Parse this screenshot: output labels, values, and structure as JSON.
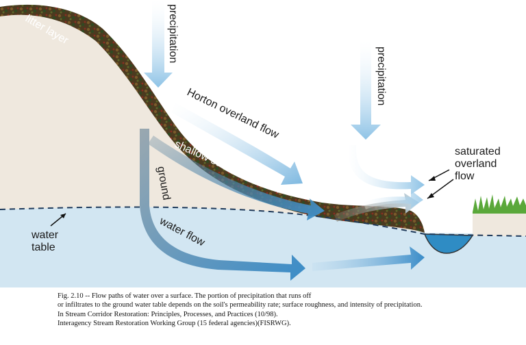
{
  "labels": {
    "litter_layer": "litter layer",
    "precipitation_1": "precipitation",
    "precipitation_2": "precipitation",
    "horton": "Horton overland flow",
    "shallow": "shallow subsurface flow",
    "ground_1": "ground",
    "ground_2": "water flow",
    "saturated_1": "saturated",
    "saturated_2": "overland",
    "saturated_3": "flow",
    "water_table_1": "water",
    "water_table_2": "table"
  },
  "caption": {
    "line1": "Fig. 2.10 -- Flow paths of water over a surface.  The portion of precipitation that runs off",
    "line2": "or infiltrates to the ground water table depends on the soil's permeability rate; surface roughness, and intensity of precipitation.",
    "line3": "In Stream Corridor Restoration:  Principles, Processes, and Practices (10/98).",
    "line4": "Interagency Stream Restoration Working Group (15 federal agencies)(FISRWG)."
  },
  "colors": {
    "ground": "#efe8de",
    "water": "#d2e6f2",
    "litter": "#4a3a22",
    "arrow": "#8ec3e6",
    "stream": "#2f8cc4",
    "grass": "#5aa83a"
  }
}
